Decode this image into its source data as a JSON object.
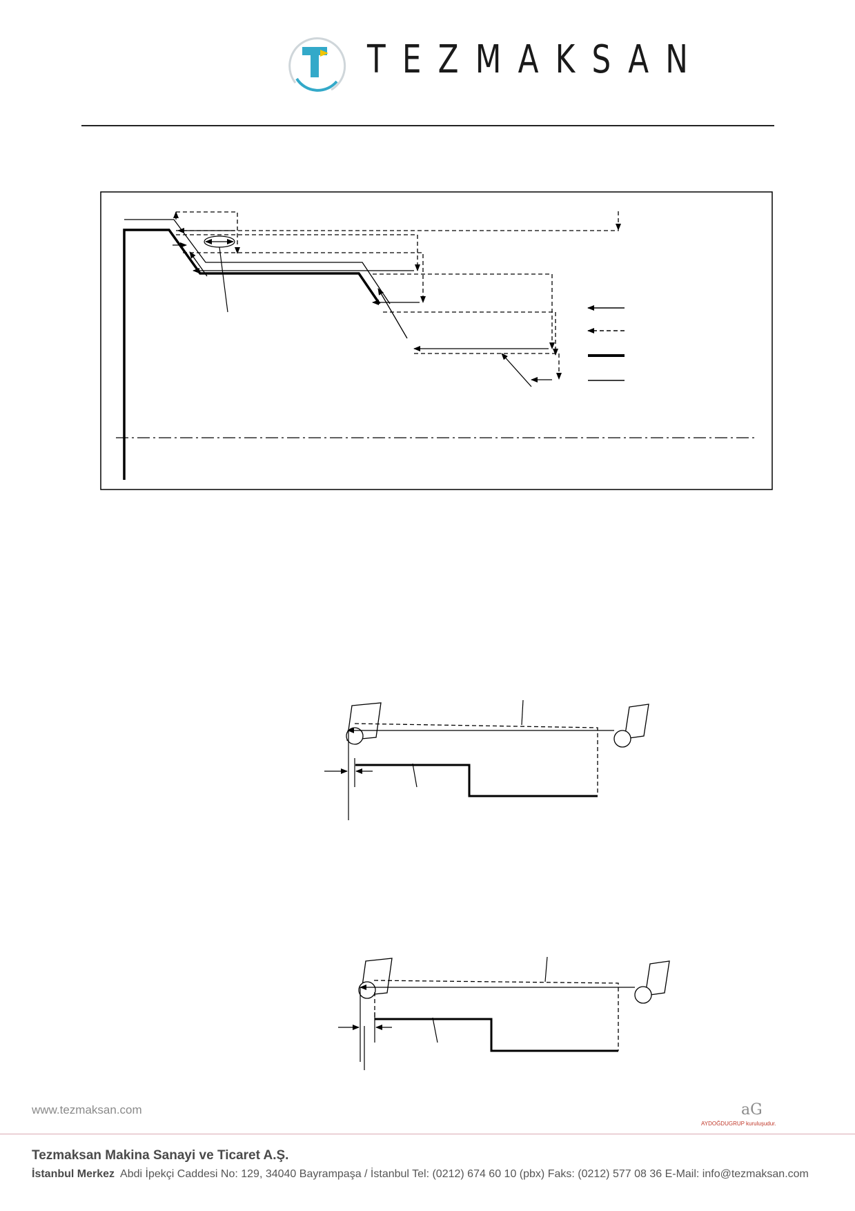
{
  "header": {
    "logo_icon": "tezmaksan-t-icon",
    "brand_name": "TEZMAKSAN"
  },
  "figures": {
    "fig1_icon": "roughing-cycle-diagram",
    "fig2_icon": "tool-path-diagram",
    "fig3_icon": "tool-path-diagram"
  },
  "footer": {
    "website": "www.tezmaksan.com",
    "group_logo_text": "AYDOĞDUGRUP kuruluşudur.",
    "group_logo_icon": "aydogdu-group-logo",
    "company": "Tezmaksan Makina Sanayi ve Ticaret A.Ş.",
    "office_label": "İstanbul Merkez",
    "address": "Abdi İpekçi Caddesi No: 129, 34040  Bayrampaşa / İstanbul  Tel: (0212) 674 60 10 (pbx)  Faks: (0212) 577 08 36  E-Mail: info@tezmaksan.com"
  },
  "colors": {
    "brand_cyan": "#33a9c9",
    "brand_yellow": "#f2c500",
    "brand_gray": "#8b8b8b",
    "footer_rule": "#d9a9b2",
    "group_red": "#c0392b"
  }
}
